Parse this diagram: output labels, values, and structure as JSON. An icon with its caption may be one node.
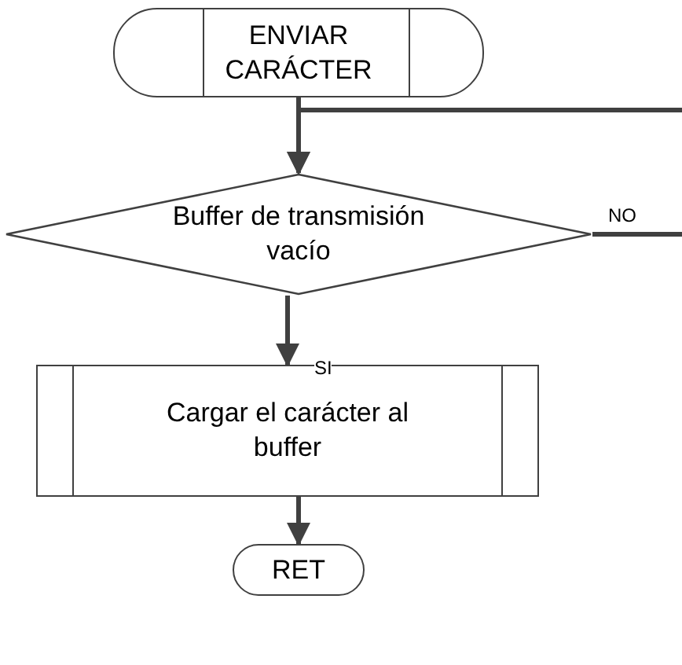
{
  "diagram": {
    "nodes": [
      {
        "text": [
          "ENVIAR CARÁCTER"
        ]
      },
      {
        "text": [
          "Buffer de transmisión vacío"
        ]
      },
      {
        "text": [
          "Cargar el carácter al buffer"
        ]
      },
      {
        "text": [
          "RET"
        ]
      }
    ],
    "edges": [
      {
        "from": 0,
        "to": 1,
        "arrow": "to"
      },
      {
        "from": null,
        "to": 1,
        "arrow": "to"
      },
      {
        "from": 1,
        "to": null,
        "arrow": "none",
        "label": "NO"
      },
      {
        "from": 1,
        "to": 2,
        "arrow": "to",
        "label": "SI"
      },
      {
        "from": 2,
        "to": 3,
        "arrow": "to"
      }
    ]
  }
}
